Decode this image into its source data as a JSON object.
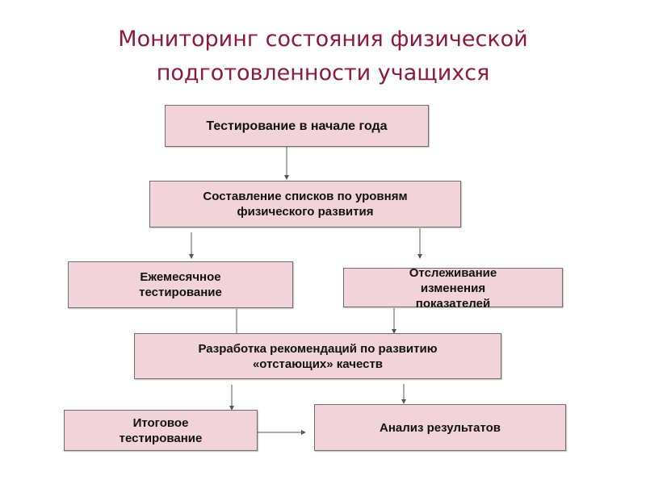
{
  "title": {
    "line1": "Мониторинг состояния физической",
    "line2": "подготовленности учащихся"
  },
  "colors": {
    "title": "#8b1a3a",
    "box_fill": "#f2d3da",
    "box_border": "#6e6e6e",
    "connector": "#555555"
  },
  "nodes": {
    "start_testing": {
      "label": "Тестирование в начале года"
    },
    "lists": {
      "line1": "Составление списков по уровням",
      "line2": "физического развития"
    },
    "monthly": {
      "line1": "Ежемесячное",
      "line2": "тестирование"
    },
    "tracking": {
      "line1": "Отслеживание",
      "line2": "изменения",
      "line3": "показателей"
    },
    "recommendations": {
      "line1": "Разработка рекомендаций по развитию",
      "line2": "«отстающих» качеств"
    },
    "final_testing": {
      "line1": "Итоговое",
      "line2": "тестирование"
    },
    "analysis": {
      "label": "Анализ результатов"
    }
  },
  "edges": [
    {
      "from": "start_testing",
      "to": "lists"
    },
    {
      "from": "lists",
      "to": "monthly"
    },
    {
      "from": "lists",
      "to": "tracking"
    },
    {
      "from": "monthly",
      "to": "recommendations"
    },
    {
      "from": "tracking",
      "to": "recommendations"
    },
    {
      "from": "recommendations",
      "to": "final_testing"
    },
    {
      "from": "recommendations",
      "to": "analysis"
    },
    {
      "from": "final_testing",
      "to": "analysis"
    }
  ]
}
